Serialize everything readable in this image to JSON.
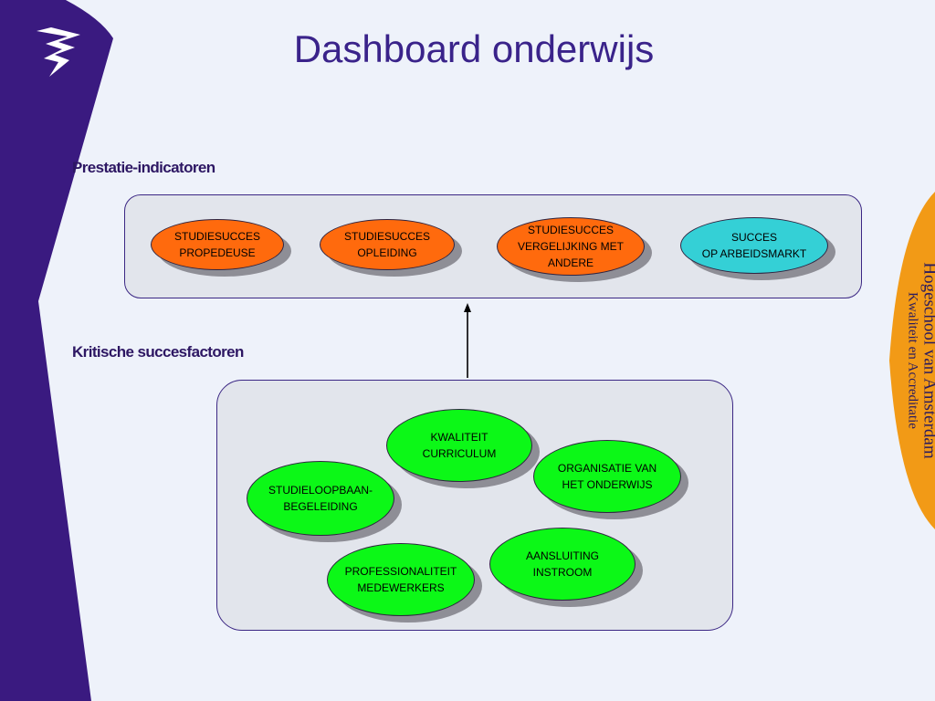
{
  "title": "Dashboard onderwijs",
  "sections": {
    "top_label": "Prestatie-indicatoren",
    "bottom_label": "Kritische succesfactoren"
  },
  "indicators": [
    {
      "lines": [
        "STUDIESUCCES",
        "PROPEDEUSE"
      ],
      "color": "#ff6a0d"
    },
    {
      "lines": [
        "STUDIESUCCES",
        "OPLEIDING"
      ],
      "color": "#ff6a0d"
    },
    {
      "lines": [
        "STUDIESUCCES",
        "VERGELIJKING MET",
        "ANDERE"
      ],
      "color": "#ff6a0d"
    },
    {
      "lines": [
        "SUCCES",
        "OP ARBEIDSMARKT"
      ],
      "color": "#34d0d6"
    }
  ],
  "factors": [
    {
      "lines": [
        "KWALITEIT",
        "CURRICULUM"
      ],
      "color": "#0cf817"
    },
    {
      "lines": [
        "ORGANISATIE VAN",
        "HET ONDERWIJS"
      ],
      "color": "#0cf817"
    },
    {
      "lines": [
        "STUDIELOOPBAAN-",
        "BEGELEIDING"
      ],
      "color": "#0cf817"
    },
    {
      "lines": [
        "AANSLUITING",
        "INSTROOM"
      ],
      "color": "#0cf817"
    },
    {
      "lines": [
        "PROFESSIONALITEIT",
        "MEDEWERKERS"
      ],
      "color": "#0cf817"
    }
  ],
  "branding": {
    "line1": "Hogeschool van Amsterdam",
    "line2": "Kwaliteit en Accreditatie",
    "band_color": "#3a1a80",
    "accent_color": "#f29a16"
  }
}
